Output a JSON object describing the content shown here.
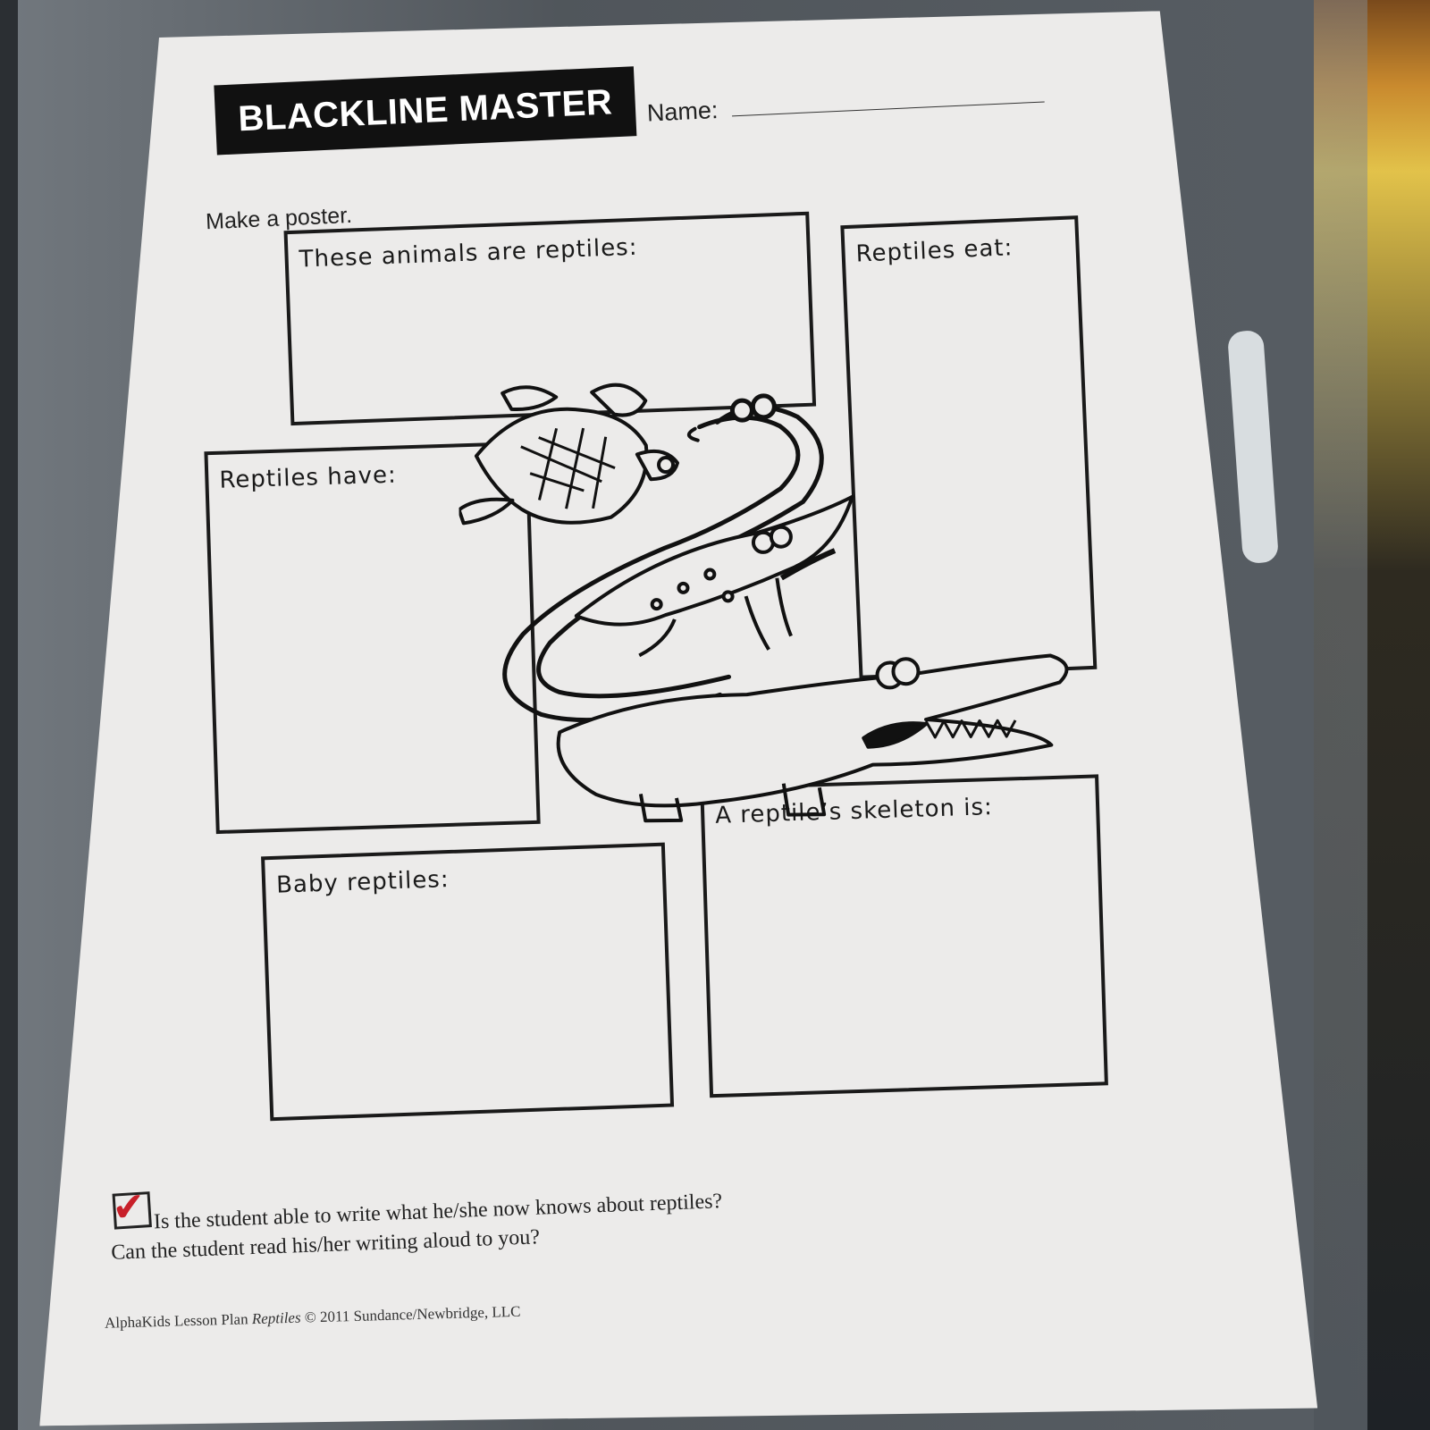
{
  "header": {
    "title": "BLACKLINE MASTER",
    "name_label": "Name:"
  },
  "instruction": "Make a poster.",
  "boxes": [
    {
      "label": "These animals are reptiles:"
    },
    {
      "label": "Reptiles eat:"
    },
    {
      "label": "Reptiles have:"
    },
    {
      "label": "A reptile’s skeleton is:"
    },
    {
      "label": "Baby reptiles:"
    }
  ],
  "assessment": {
    "line1": "Is the student able to write what he/she now knows about reptiles?",
    "line2": "Can the student read his/her writing aloud to you?",
    "check_color": "#c8202a"
  },
  "footer": {
    "prefix": "AlphaKids Lesson Plan ",
    "title_italic": "Reptiles",
    "suffix": " © 2011 Sundance/Newbridge, LLC"
  },
  "illustration": {
    "icons": [
      "turtle-icon",
      "snake-icon",
      "lizard-icon",
      "crocodile-icon"
    ]
  }
}
